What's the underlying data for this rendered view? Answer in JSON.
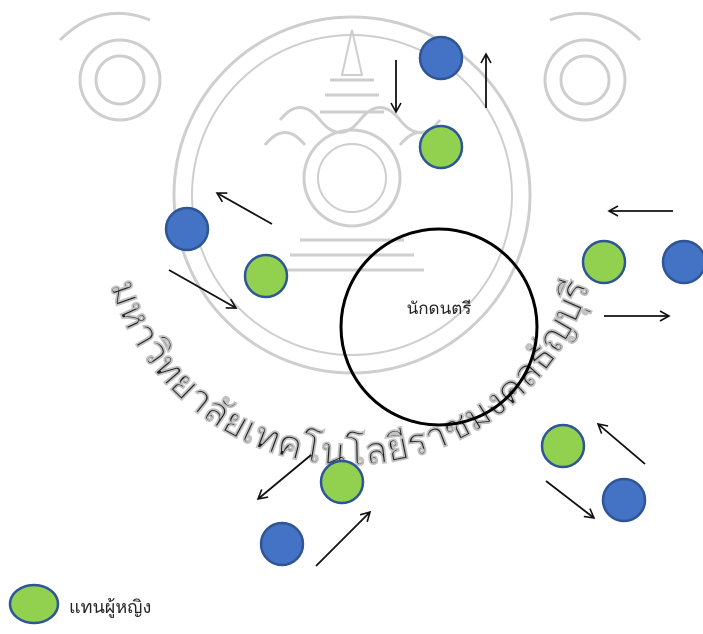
{
  "center_label": "นักดนตรี",
  "legend": {
    "female_label": "แทนผู้หญิง"
  },
  "colors": {
    "female_fill": "#92D050",
    "male_fill": "#4472C4",
    "circle_stroke": "#2E5597",
    "arrow": "#111111",
    "watermark": "#C9C9C9"
  },
  "watermark": {
    "text": "มหาวิทยาลัยเทคโนโลยีราชมงคลธัญบุรี"
  }
}
